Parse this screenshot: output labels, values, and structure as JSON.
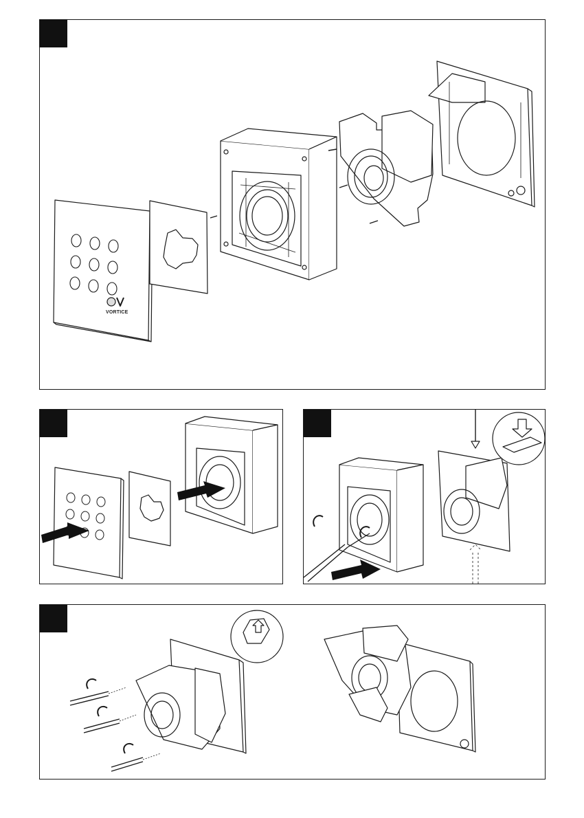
{
  "page": {
    "figures": [
      {
        "id": "fig-1",
        "label": ""
      },
      {
        "id": "fig-2",
        "label": ""
      },
      {
        "id": "fig-3",
        "label": ""
      },
      {
        "id": "fig-4",
        "label": ""
      }
    ],
    "brand_logo_text": "VORTICE",
    "colors": {
      "line": "#1a1a1a",
      "tag": "#111111",
      "paper": "#ffffff",
      "shade": "#d9d9d9"
    }
  }
}
